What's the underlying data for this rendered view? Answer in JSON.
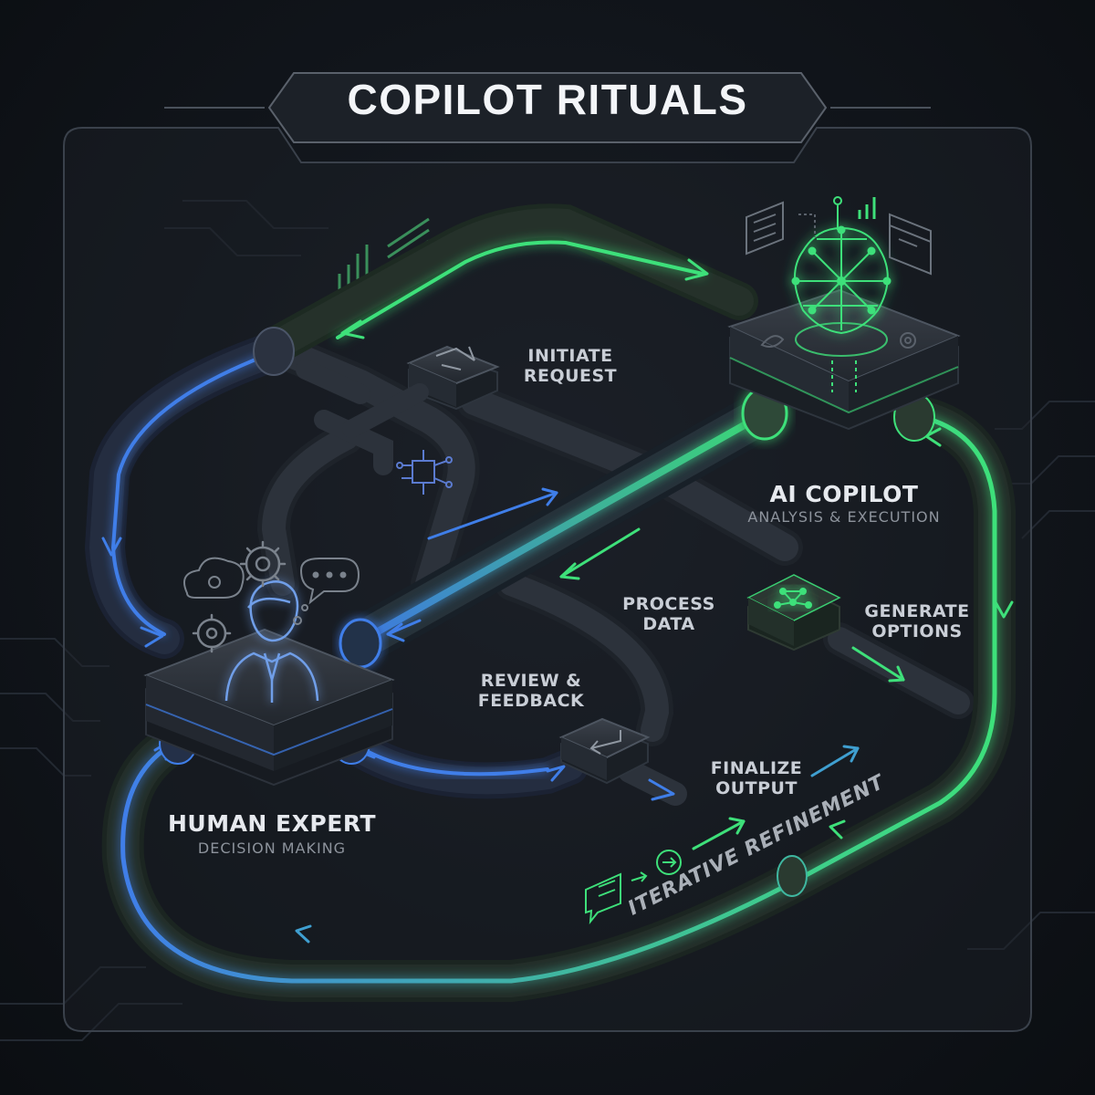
{
  "title": "COPILOT RITUALS",
  "human": {
    "name": "HUMAN EXPERT",
    "role": "DECISION MAKING"
  },
  "ai": {
    "name": "AI COPILOT",
    "role": "ANALYSIS & EXECUTION"
  },
  "steps": {
    "initiate": "INITIATE\nREQUEST",
    "process": "PROCESS\nDATA",
    "generate": "GENERATE\nOPTIONS",
    "review": "REVIEW &\nFEEDBACK",
    "finalize": "FINALIZE\nOUTPUT"
  },
  "loop_label": "ITERATIVE REFINEMENT",
  "colors": {
    "background": "#11151b",
    "panel_border": "#3a414b",
    "blue_flow": "#3f7ee8",
    "green_flow": "#3ee07a",
    "pipe_gray": "#2a2f37",
    "text": "#c9ced6"
  },
  "icons": {
    "human_node": "person-icon",
    "ai_node": "brain-network-icon",
    "initiate_node": "redo-arrow-icon",
    "generate_node": "network-nodes-icon",
    "review_node": "return-arrow-icon",
    "chip": "circuit-chip-icon"
  }
}
